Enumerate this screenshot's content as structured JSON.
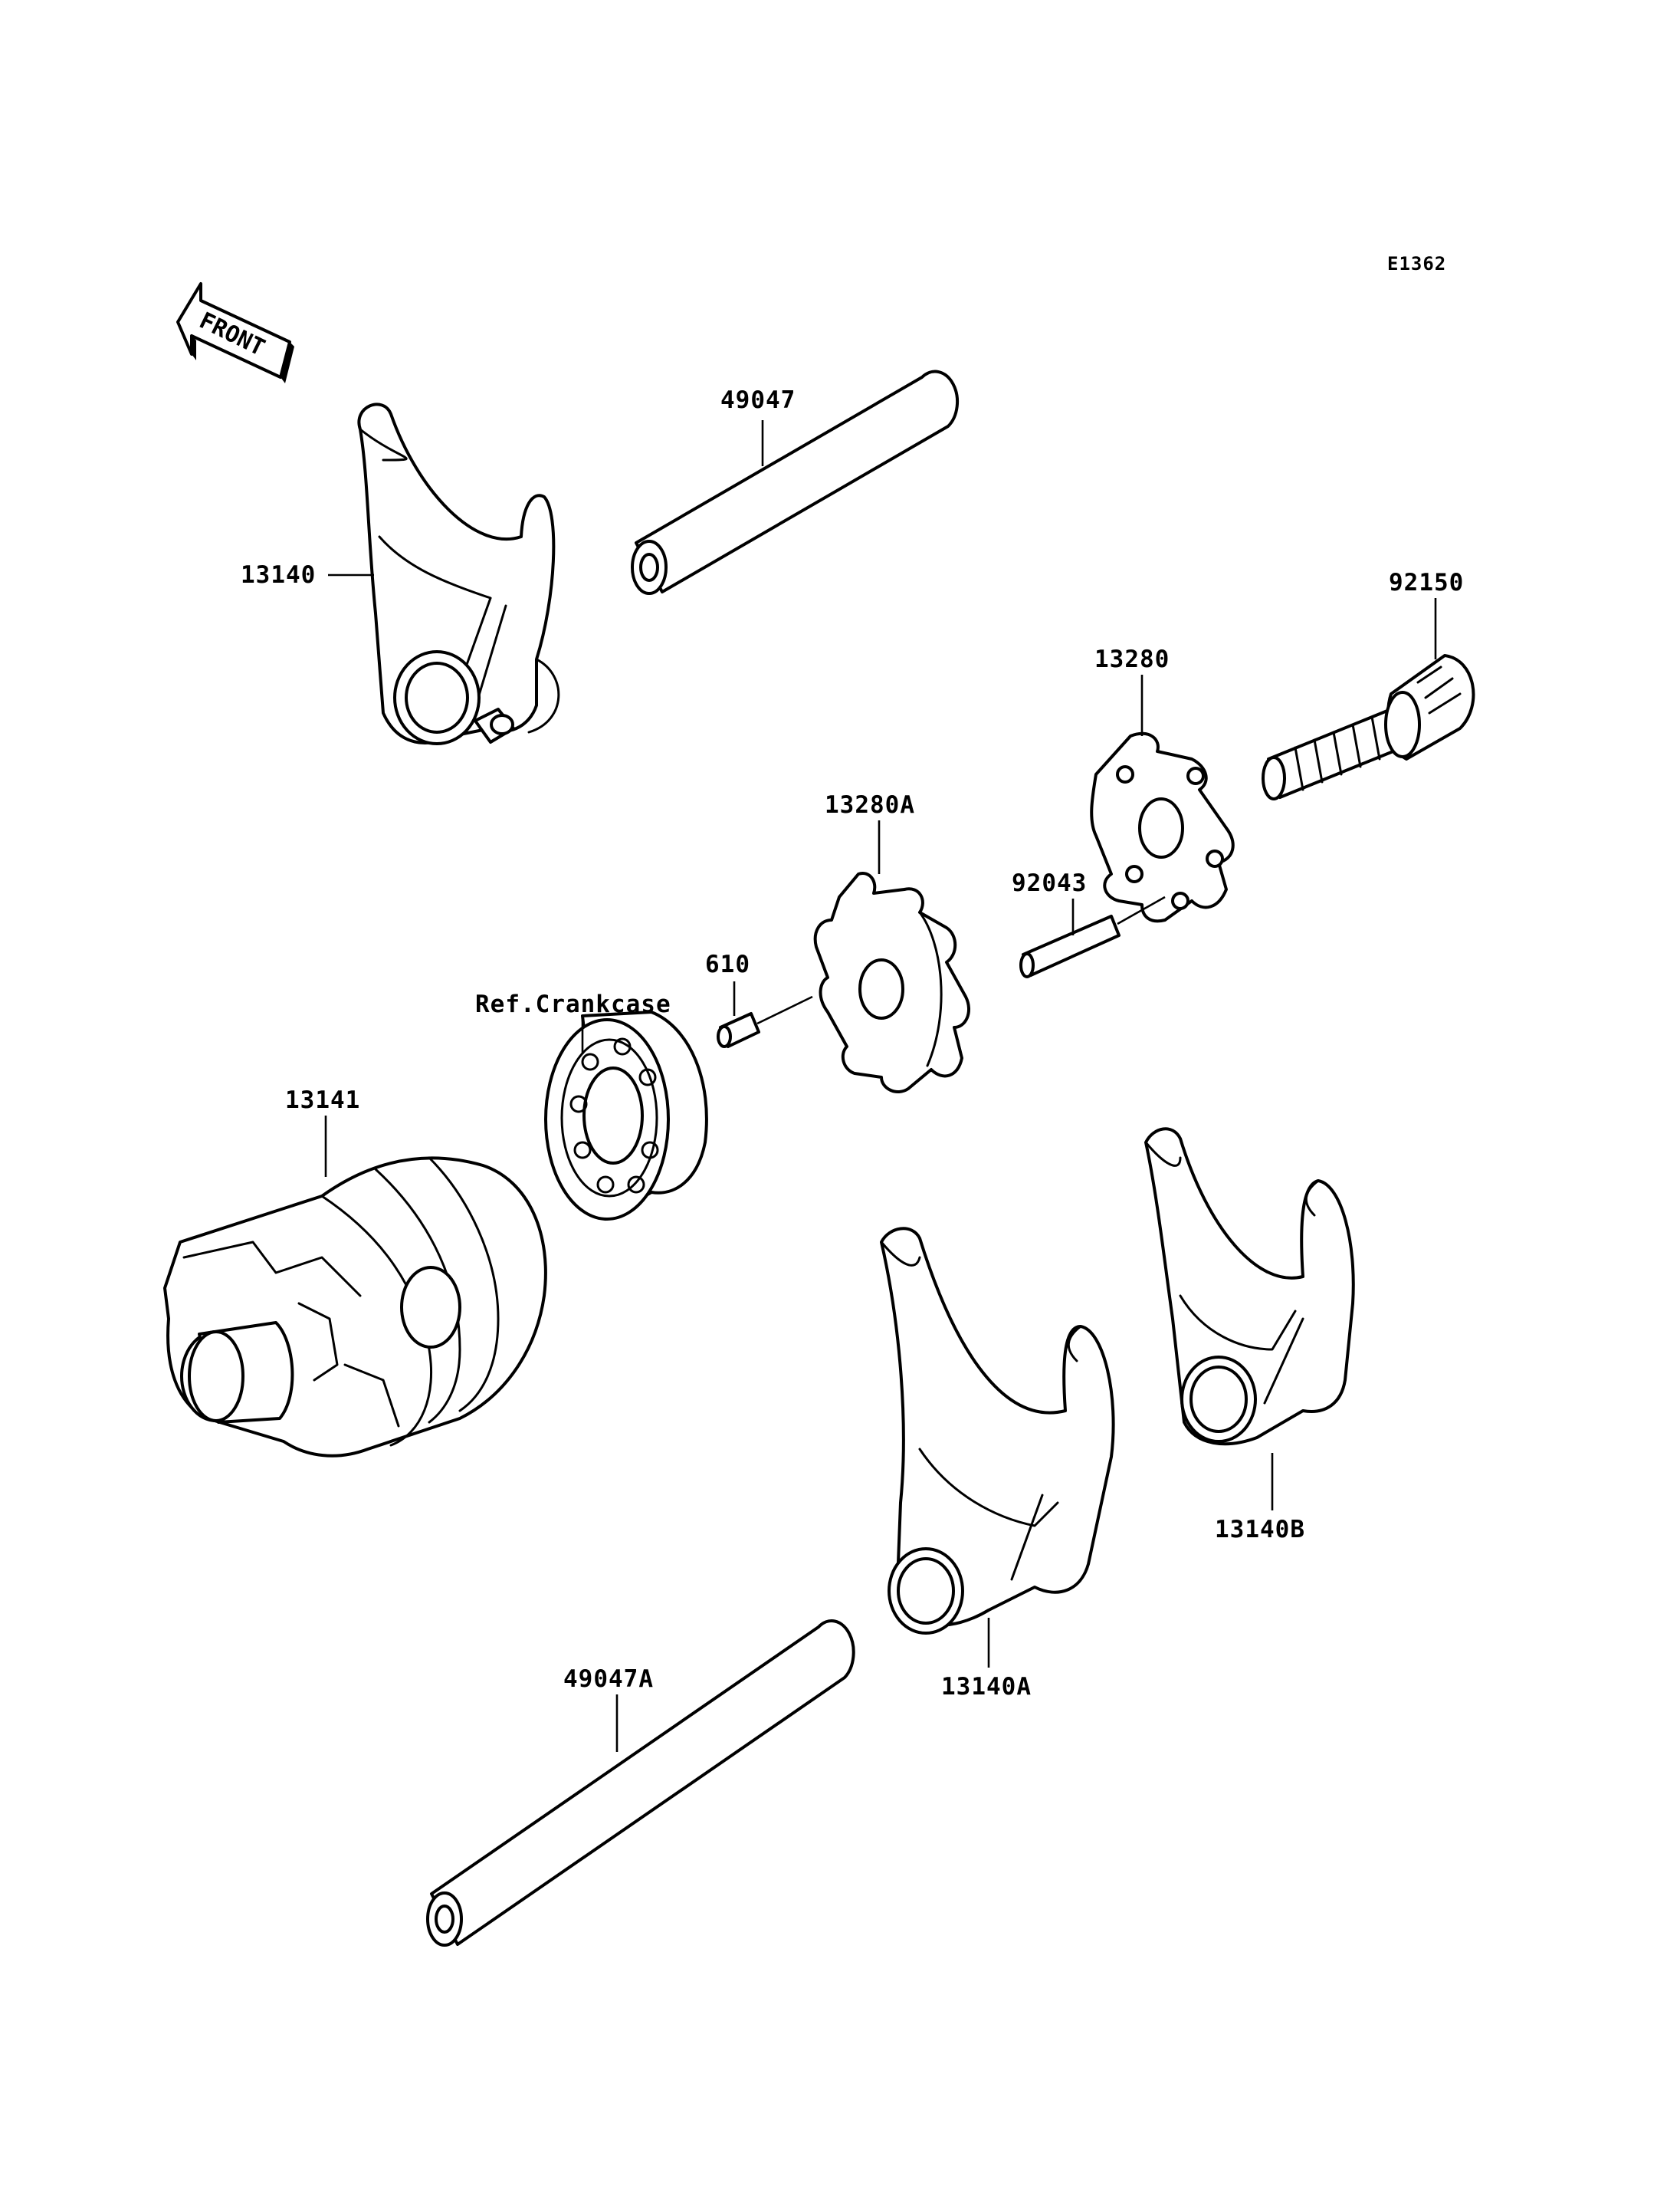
{
  "diagram": {
    "code": "E1362",
    "front_label": "FRONT",
    "labels": {
      "p49047": "49047",
      "p13140": "13140",
      "p92150": "92150",
      "p13280": "13280",
      "p13280A": "13280A",
      "p92043": "92043",
      "p610": "610",
      "ref_crankcase": "Ref.Crankcase",
      "p13141": "13141",
      "p13140B": "13140B",
      "p13140A": "13140A",
      "p49047A": "49047A"
    }
  }
}
